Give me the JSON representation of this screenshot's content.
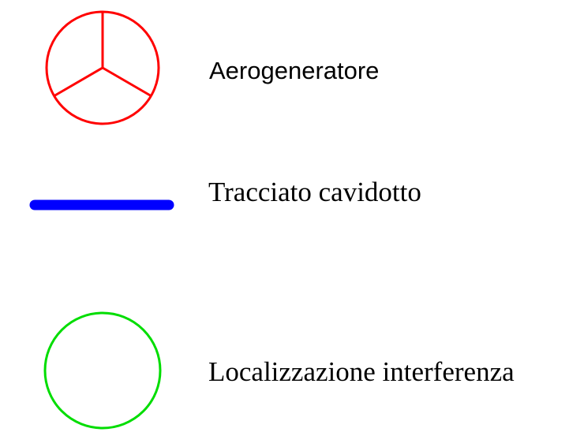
{
  "legend": {
    "items": [
      {
        "label": "Aerogeneratore",
        "symbol": "wind-turbine-icon",
        "color": "#ff0000"
      },
      {
        "label": "Tracciato cavidotto",
        "symbol": "cable-route-line",
        "color": "#0000ff"
      },
      {
        "label": "Localizzazione interferenza",
        "symbol": "interference-circle-icon",
        "color": "#00dd00"
      }
    ]
  }
}
